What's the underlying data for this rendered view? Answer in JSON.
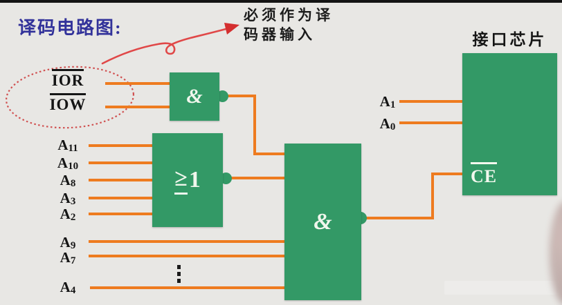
{
  "title": "译码电路图:",
  "annotation": {
    "line1": "必须作为译",
    "line2": "码器输入"
  },
  "signals": {
    "ior": "IOR",
    "iow": "IOW",
    "or_inputs": [
      {
        "base": "A",
        "sub": "11"
      },
      {
        "base": "A",
        "sub": "10"
      },
      {
        "base": "A",
        "sub": "8"
      },
      {
        "base": "A",
        "sub": "3"
      },
      {
        "base": "A",
        "sub": "2"
      }
    ],
    "and_inputs": [
      {
        "base": "A",
        "sub": "9"
      },
      {
        "base": "A",
        "sub": "7"
      },
      {
        "base": "A",
        "sub": "4"
      }
    ],
    "chip_inputs": [
      {
        "base": "A",
        "sub": "1"
      },
      {
        "base": "A",
        "sub": "0"
      }
    ]
  },
  "gates": {
    "and1_label": "&",
    "or_label_ge": "≥",
    "or_label_num": "1",
    "and2_label": "&"
  },
  "chip": {
    "title": "接口芯片",
    "ce_label": "CE"
  },
  "colors": {
    "gate_green": "#339966",
    "wire_orange": "#ee7b1f",
    "annotation_red": "#d94b4b",
    "title_blue": "#32329a",
    "background": "#e8e7e4",
    "gate_text": "#f0f6ec"
  }
}
